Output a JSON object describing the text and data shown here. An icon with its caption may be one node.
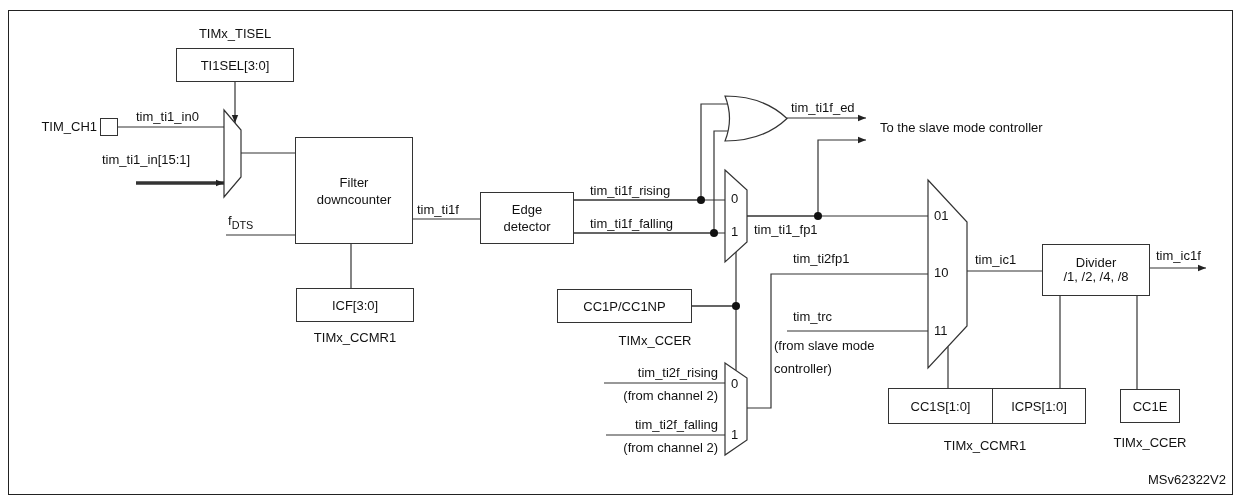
{
  "diagram": {
    "nodes": [
      {
        "text": [],
        "shape": "box",
        "beside": [
          "TIM_CH1"
        ]
      },
      {
        "text": [
          "TI1SEL[3:0]"
        ],
        "beside": [
          "TIMx_TISEL"
        ]
      },
      {
        "text": [],
        "shape": "trapezoid"
      },
      {
        "text": [
          "Filter downcounter"
        ]
      },
      {
        "text": [
          "ICF[3:0]"
        ],
        "beside": [
          "TIMx_CCMR1"
        ]
      },
      {
        "text": [
          "Edge detector"
        ]
      },
      {
        "text": [],
        "shape": "gate"
      },
      {
        "text": [
          "0",
          "1"
        ]
      },
      {
        "text": [
          "CC1P/CC1NP"
        ],
        "beside": [
          "TIMx_CCER"
        ]
      },
      {
        "text": [
          "0",
          "1"
        ]
      },
      {
        "text": [
          "01",
          "10",
          "11"
        ]
      },
      {
        "text": [
          "Divider",
          "/1, /2, /4, /8"
        ]
      },
      {
        "text": [
          "CC1S[1:0]"
        ]
      },
      {
        "text": [
          "ICPS[1:0]"
        ]
      },
      {
        "text": [
          "CC1E"
        ],
        "beside": [
          "TIMx_CCER"
        ]
      }
    ],
    "edges": [
      {
        "from": 0,
        "to": 2,
        "arrow": "none",
        "label": "tim_ti1_in0"
      },
      {
        "from": null,
        "to": 2,
        "arrow": "to",
        "label": "tim_ti1_in[15:1]",
        "style": "thick"
      },
      {
        "from": 1,
        "to": 2,
        "arrow": "to"
      },
      {
        "from": 2,
        "to": 3,
        "arrow": "none"
      },
      {
        "from": null,
        "to": 3,
        "arrow": "none",
        "label": "f$_{DTS}$"
      },
      {
        "from": 4,
        "to": 3,
        "arrow": "none"
      },
      {
        "from": 3,
        "to": 5,
        "arrow": "none",
        "label": "tim_ti1f"
      },
      {
        "from": 5,
        "to": 7,
        "arrow": "none",
        "label": "tim_ti1f_rising"
      },
      {
        "from": 5,
        "to": 7,
        "arrow": "none",
        "label": "tim_ti1f_falling"
      },
      {
        "from": 5,
        "to": 6,
        "arrow": "none"
      },
      {
        "from": 5,
        "to": 6,
        "arrow": "none"
      },
      {
        "from": 6,
        "to": null,
        "arrow": "to",
        "label": "tim_ti1f_ed"
      },
      {
        "from": 7,
        "to": 10,
        "arrow": "none",
        "label": "tim_ti1_fp1"
      },
      {
        "from": 7,
        "to": null,
        "arrow": "to",
        "label": "To the slave mode controller"
      },
      {
        "from": 8,
        "to": 7,
        "arrow": "none"
      },
      {
        "from": 8,
        "to": 9,
        "arrow": "none"
      },
      {
        "from": null,
        "to": 9,
        "arrow": "none",
        "label": "tim_ti2f_rising"
      },
      {
        "from": null,
        "to": 9,
        "arrow": "none",
        "label": "tim_ti2f_falling"
      },
      {
        "from": 9,
        "to": 10,
        "arrow": "none",
        "label": "tim_ti2fp1"
      },
      {
        "from": null,
        "to": 10,
        "arrow": "none",
        "label": "tim_trc"
      },
      {
        "from": 10,
        "to": 11,
        "arrow": "none",
        "label": "tim_ic1"
      },
      {
        "from": 11,
        "to": null,
        "arrow": "to",
        "label": "tim_ic1f"
      },
      {
        "from": 12,
        "to": 10,
        "arrow": "none"
      },
      {
        "from": 13,
        "to": 11,
        "arrow": "none"
      },
      {
        "from": 14,
        "to": 11,
        "arrow": "none"
      }
    ],
    "labels": [
      "(from channel 2)",
      "(from channel 2)",
      "(from slave mode controller)",
      "TIMx_CCMR1",
      "MSv62322V2"
    ]
  }
}
